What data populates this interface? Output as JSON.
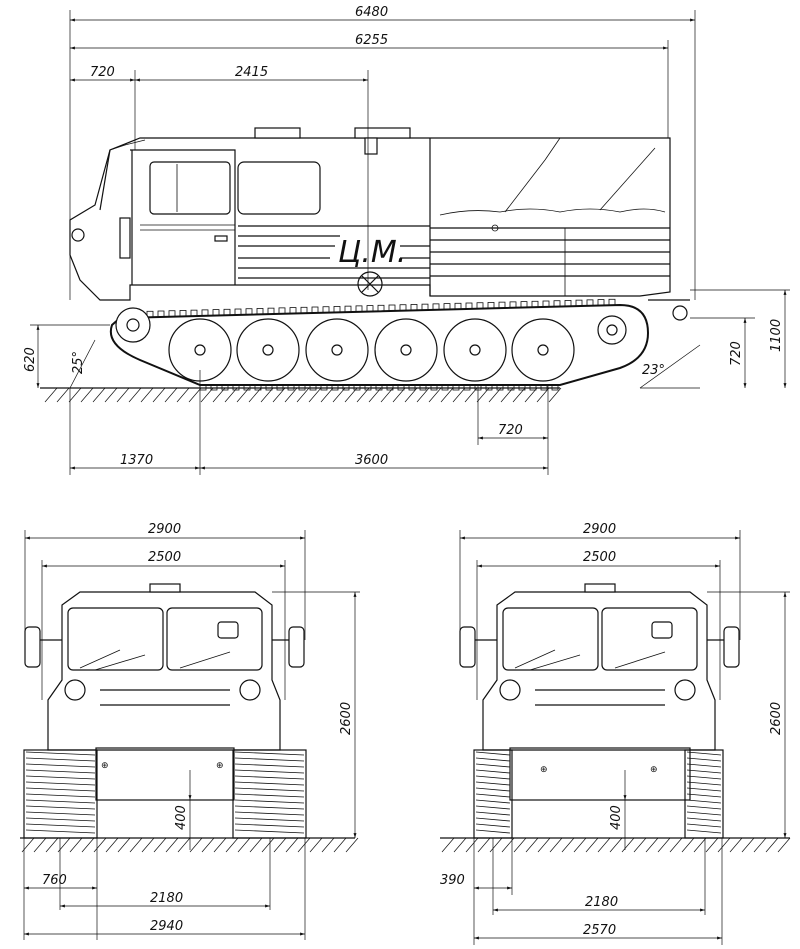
{
  "side_view": {
    "dims": {
      "total_length": "6480",
      "body_length": "6255",
      "front_overhang": "720",
      "cab_length": "2415",
      "ground_clearance_front": "620",
      "approach_angle": "25°",
      "departure_angle": "23°",
      "rear_height": "720",
      "total_height_side": "1100",
      "rear_overhang": "720",
      "front_to_axle": "1370",
      "track_base": "3600"
    },
    "logo": "Ц.М."
  },
  "front_view_a": {
    "dims": {
      "overall_width": "2900",
      "body_width": "2500",
      "height": "2600",
      "clearance": "400",
      "track_width": "760",
      "gauge": "2180",
      "track_outer": "2940"
    }
  },
  "front_view_b": {
    "dims": {
      "overall_width": "2900",
      "body_width": "2500",
      "height": "2600",
      "clearance": "400",
      "track_width": "390",
      "gauge": "2180",
      "track_outer": "2570"
    }
  }
}
